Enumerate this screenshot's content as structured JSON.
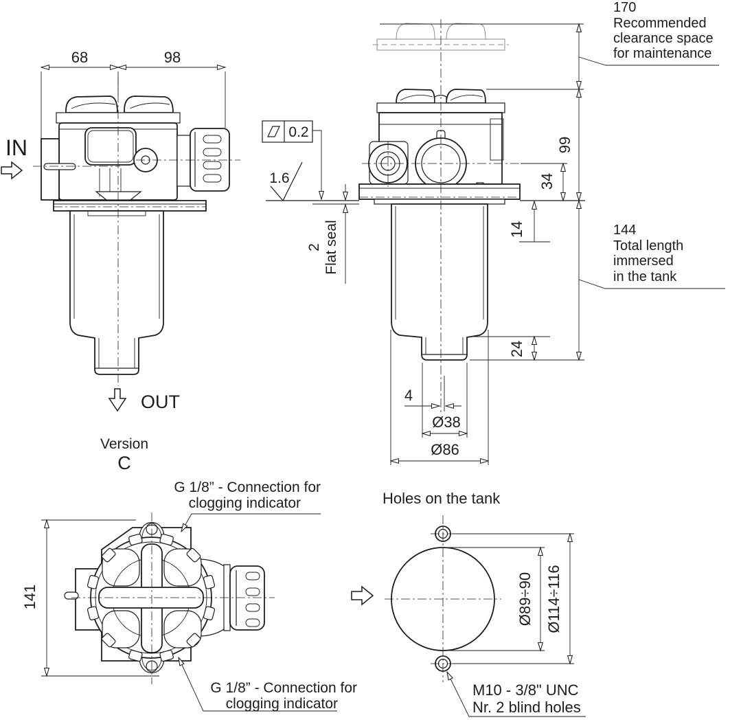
{
  "drawing": {
    "views": {
      "holes_title": "Holes on the tank",
      "in_label": "IN",
      "out_label": "OUT",
      "version_word": "Version",
      "version_letter": "C"
    },
    "dims": {
      "w68": "68",
      "w98": "98",
      "h99": "99",
      "h34": "34",
      "h14": "14",
      "h24": "24",
      "clearance": "170",
      "clearance_note": [
        "Recommended",
        "clearance space",
        "for maintenance"
      ],
      "immersed": "144",
      "immersed_note": [
        "Total length",
        "immersed",
        "in the tank"
      ],
      "offset4": "4",
      "dia38": "Ø38",
      "dia86": "Ø86",
      "h141": "141",
      "seal2": "2",
      "seal_label": "Flat seal",
      "flatness": "0.2",
      "roughness": "1.6",
      "hole_dia": "Ø89÷90",
      "bolt_dia": "Ø114÷116"
    },
    "notes": {
      "g18_top_1": "G 1/8” - Connection for",
      "g18_top_2": "clogging indicator",
      "g18_bottom_1": "G 1/8” - Connection for",
      "g18_bottom_2": "clogging indicator",
      "m10_1": "M10 - 3/8\" UNC",
      "m10_2": "Nr. 2 blind holes"
    },
    "colors": {
      "line": "#1d1d1d",
      "phantom": "#8a8a8a",
      "background": "#ffffff"
    }
  }
}
